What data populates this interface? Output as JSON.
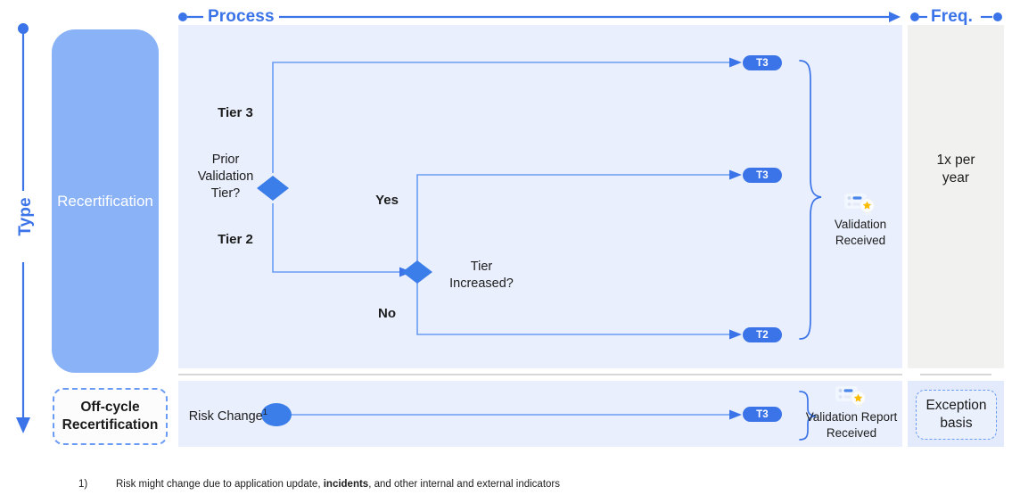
{
  "columns": {
    "type_axis_label": "Type",
    "process_label": "Process",
    "freq_label": "Freq."
  },
  "type_column": {
    "recertification_label": "Recertification",
    "offcycle_label": "Off-cycle\nRecertification"
  },
  "process": {
    "decision_1": {
      "question": "Prior\nValidation\nTier?",
      "branch_upper": "Tier 3",
      "branch_lower": "Tier 2"
    },
    "decision_2": {
      "question": "Tier\nIncreased?",
      "branch_upper": "Yes",
      "branch_lower": "No"
    },
    "badges": {
      "t3_top": "T3",
      "t3_mid": "T3",
      "t2_bot": "T2",
      "t3_offcycle": "T3"
    },
    "outcome_recertification": "Validation\nReceived",
    "outcome_offcycle": "Validation Report\nReceived",
    "offcycle_start": "Risk Change",
    "offcycle_start_superscript": "1"
  },
  "frequency": {
    "recertification": "1x per\nyear",
    "offcycle": "Exception\nbasis"
  },
  "footnote": {
    "marker": "1)",
    "text_before": "Risk might change due to application update, ",
    "text_bold": "incidents",
    "text_after": ", and other internal and external indicators"
  },
  "colors": {
    "accent_blue": "#3b74e8",
    "light_blue_fill": "#8ab2f7",
    "process_panel_bg": "#e9effc",
    "freq_panel_bg": "#f1f1f0",
    "freq_panel_bottom_bg": "#e3eafb",
    "line_blue": "#6a9bf4",
    "text_dark": "#1d1d1d"
  },
  "icons": {
    "validation_received": "certificate-star-icon",
    "validation_report": "certificate-star-icon"
  }
}
